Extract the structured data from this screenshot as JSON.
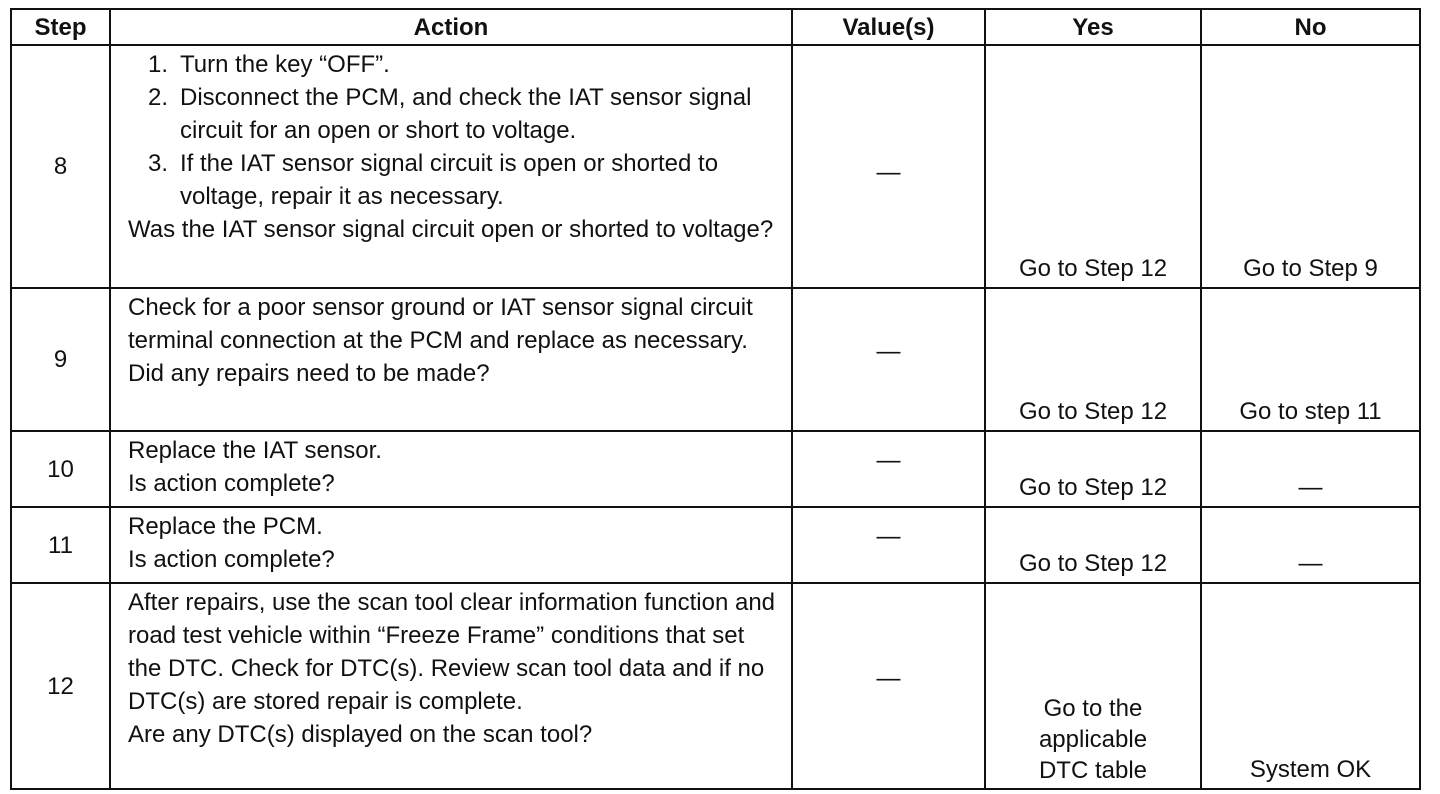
{
  "headers": {
    "step": "Step",
    "action": "Action",
    "values": "Value(s)",
    "yes": "Yes",
    "no": "No"
  },
  "rows": [
    {
      "step": "8",
      "list": [
        {
          "n": "1.",
          "text": "Turn the key “OFF”."
        },
        {
          "n": "2.",
          "text": "Disconnect the PCM, and check the IAT sensor signal circuit for an open or short to voltage."
        },
        {
          "n": "3.",
          "text": "If the IAT sensor signal circuit is open or shorted to voltage, repair it as necessary."
        }
      ],
      "question": "Was the IAT sensor signal circuit open or shorted to voltage?",
      "value": "—",
      "yes": "Go to Step 12",
      "no": "Go to Step 9"
    },
    {
      "step": "9",
      "action": "Check for a poor sensor ground or IAT sensor signal circuit terminal connection at the PCM and replace as necessary.",
      "question": "Did any repairs need to be made?",
      "value": "—",
      "yes": "Go to Step 12",
      "no": "Go to step 11"
    },
    {
      "step": "10",
      "action": "Replace the IAT sensor.",
      "question": "Is action complete?",
      "value": "—",
      "yes": "Go to Step 12",
      "no": "—"
    },
    {
      "step": "11",
      "action": "Replace the PCM.",
      "question": "Is action complete?",
      "value": "—",
      "yes": "Go to Step 12",
      "no": "—"
    },
    {
      "step": "12",
      "action": "After repairs, use the scan tool clear information function and road test vehicle within “Freeze Frame” conditions that set the DTC. Check for DTC(s). Review scan tool data and if no DTC(s) are stored repair is complete.",
      "question": "Are any DTC(s) displayed on the scan tool?",
      "value": "—",
      "yes_lines": [
        "Go to the",
        "applicable",
        "DTC table"
      ],
      "no": "System OK"
    }
  ]
}
